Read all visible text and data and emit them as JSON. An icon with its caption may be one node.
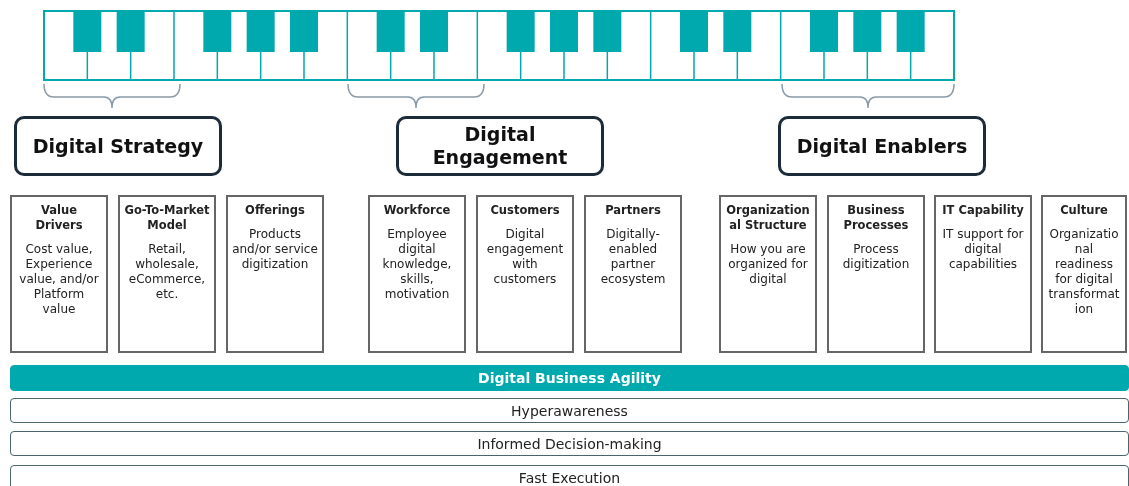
{
  "diagram": {
    "nodes": [
      {
        "text": [
          "Digital Strategy"
        ]
      },
      {
        "text": [
          "Digital Engagement"
        ]
      },
      {
        "text": [
          "Digital Enablers"
        ]
      },
      {
        "text": [
          "Value Drivers",
          "Cost value, Experience value, and/or Platform value"
        ]
      },
      {
        "text": [
          "Go-To-Market Model",
          "Retail, wholesale, eCommerce, etc."
        ]
      },
      {
        "text": [
          "Offerings",
          "Products and/or service digitization"
        ]
      },
      {
        "text": [
          "Workforce",
          "Employee digital knowledge, skills, motivation"
        ]
      },
      {
        "text": [
          "Customers",
          "Digital engagement with customers"
        ]
      },
      {
        "text": [
          "Partners",
          "Digitally-enabled partner ecosystem"
        ]
      },
      {
        "text": [
          "Organizational Structure",
          "How you are organized for digital"
        ]
      },
      {
        "text": [
          "Business Processes",
          "Process digitization"
        ]
      },
      {
        "text": [
          "IT Capability",
          "IT support for digital capabilities"
        ]
      },
      {
        "text": [
          "Culture",
          "Organizational readiness for digital transformation"
        ]
      },
      {
        "text": [
          "Digital Business Agility"
        ]
      },
      {
        "text": [
          "Hyperawareness"
        ]
      },
      {
        "text": [
          "Informed Decision-making"
        ]
      },
      {
        "text": [
          "Fast Execution"
        ]
      }
    ]
  }
}
